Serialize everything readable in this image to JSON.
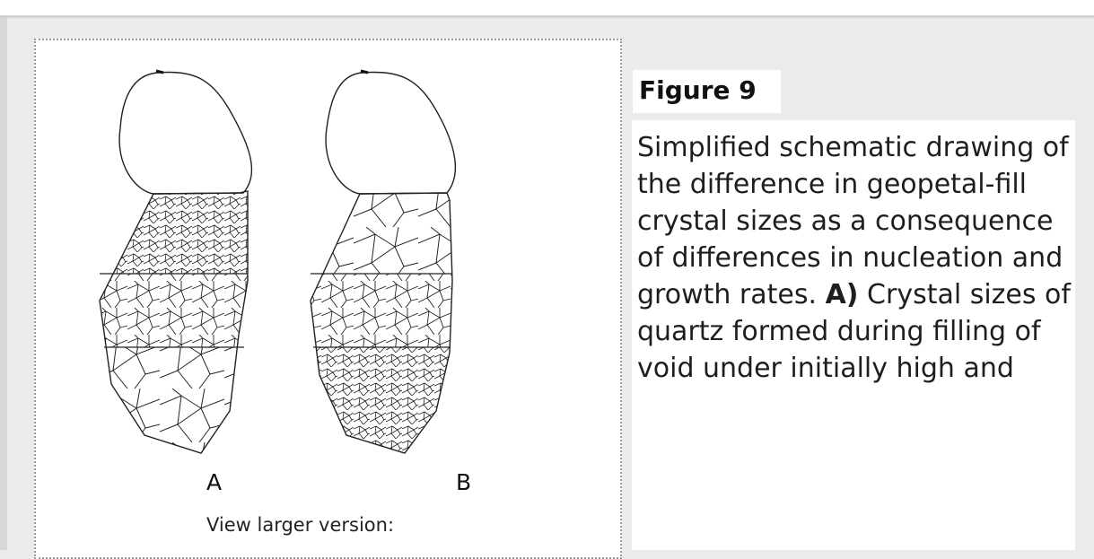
{
  "figure": {
    "title": "Figure 9",
    "panel_a_label": "A",
    "panel_b_label": "B",
    "view_larger": "View larger version:"
  },
  "caption": {
    "part1": "Simplified schematic drawing of the difference in geopetal-fill crystal sizes as a consequence of differences in nucleation and growth rates. ",
    "bold_a": "A)",
    "part2": " Crystal sizes of quartz formed during filling of void under initially high and"
  }
}
